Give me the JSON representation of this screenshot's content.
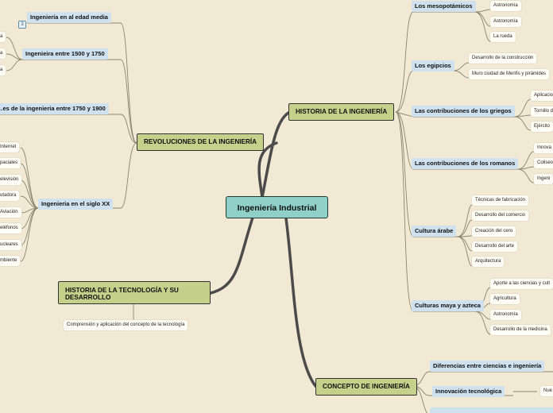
{
  "central": {
    "label": "Ingeniería Industrial"
  },
  "left": {
    "revoluciones": {
      "label": "REVOLUCIONES DE LA INGENIERÍA",
      "subs": [
        {
          "label": "Ingeniería en al edad media",
          "badge": "3"
        },
        {
          "label": "Ingenieira entre 1500 y 1750",
          "leaves": [
            "a",
            "a",
            "a"
          ]
        },
        {
          "label": "…es de la ingenieria entre 1750 y 1900"
        },
        {
          "label": "Ingenieria en el siglo XX",
          "leaves": [
            "Internet",
            "paciales",
            "elevisión",
            "utadora",
            "Aviación",
            "eléfonos",
            "ucleares",
            "mbiente"
          ]
        }
      ]
    },
    "historia_tec": {
      "label_line1": "HISTORIA DE LA TECNOLOGÍA Y SU",
      "label_line2": "DESARROLLO",
      "leaf": "Comprensión y aplicación del concepto de la tecnología"
    }
  },
  "right": {
    "historia_ing": {
      "label": "HISTORIA DE LA INGENIERÍA",
      "subs": [
        {
          "label": "Los mesopotámicos",
          "leaves": [
            "Astronomía",
            "Astronomía",
            "La rueda"
          ]
        },
        {
          "label": "Los egipcios",
          "leaves": [
            "Desarrollo de la construcción",
            "Muro ciudad de Menfis y pirámides"
          ]
        },
        {
          "label": "Las contribuciones de los griegos",
          "leaves": [
            "Aplicacio",
            "Tornillo d",
            "Ejército"
          ]
        },
        {
          "label": "Las contribuciones de los romanos",
          "leaves": [
            "Innova",
            "Coliseo",
            "Ingeni"
          ]
        },
        {
          "label": "Cultura árabe",
          "leaves": [
            "Técnicas de fabricación",
            "Desarrollo del comercio",
            "Creación del cero",
            "Desarrollo del arte",
            "Arquitectura"
          ]
        },
        {
          "label": "Culturas maya y azteca",
          "leaves": [
            "Aporte a las ciencias y cult",
            "Agricultura",
            "Astronomía",
            "Desarrollo de la medicina"
          ]
        }
      ]
    },
    "concepto": {
      "label": "CONCEPTO DE INGENIERÍA",
      "subs": [
        {
          "label": "Diferencias entre ciencias e ingeniería"
        },
        {
          "label": "Innovación tecnológica",
          "leaf": "Nue"
        }
      ]
    }
  },
  "colors": {
    "background": "#f1e9d3",
    "central": "#8fd1c8",
    "main": "#c5d08a",
    "sub": "#cfe1ef",
    "leaf": "#fffdf6",
    "line": "#4f4f4f"
  }
}
